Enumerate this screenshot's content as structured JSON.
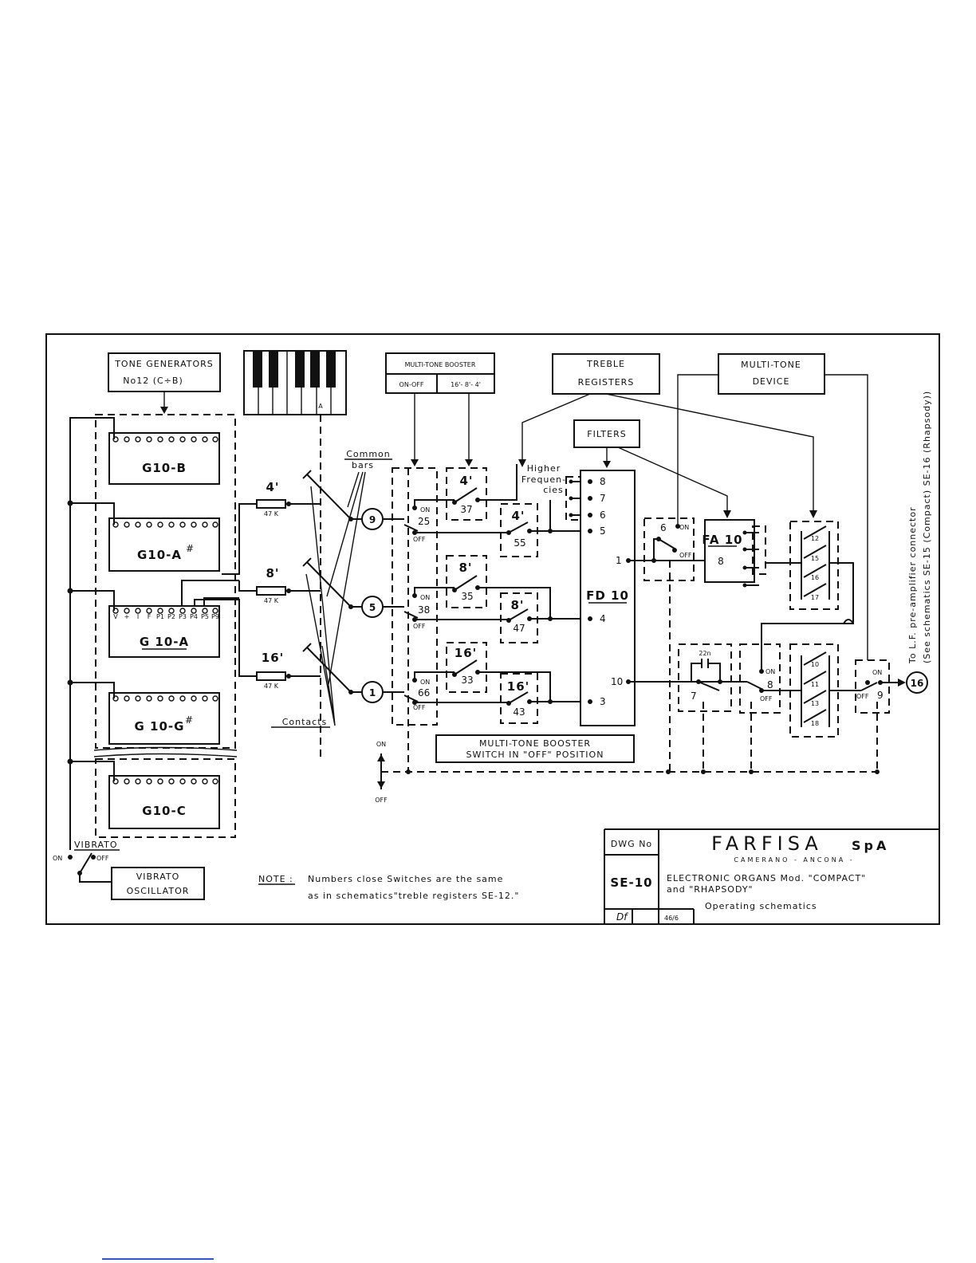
{
  "labels": {
    "tone_generators": [
      "TONE GENERATORS",
      "No12 (C÷B)"
    ],
    "gen_b": "G10-B",
    "gen_as": "G10-A",
    "gen_as_sup": "#",
    "gen_a": "G 10-A",
    "gen_gs": "G 10-G",
    "gen_gs_sup": "#",
    "gen_c": "G10-C",
    "gen_a_pins": [
      "V",
      "+",
      "I",
      "F",
      "P1",
      "P2",
      "P3",
      "P4",
      "P5",
      "P9"
    ],
    "keyboard_a": "A",
    "common_bars": [
      "Common",
      "bars"
    ],
    "contacts": "Contacts",
    "feet_4": "4'",
    "feet_8": "8'",
    "feet_16": "16'",
    "res_47k": "47 K",
    "node_9": "9",
    "node_5": "5",
    "node_1": "1",
    "node_16": "16",
    "mtb_title": "MULTI-TONE BOOSTER",
    "mtb_onoff": "ON-OFF",
    "mtb_feet": "16'- 8'- 4'",
    "treble_registers": [
      "TREBLE",
      "REGISTERS"
    ],
    "multitone_device": [
      "MULTI-TONE",
      "DEVICE"
    ],
    "filters": "FILTERS",
    "higher_freq": [
      "Higher",
      "Frequen-",
      "cies"
    ],
    "sw_on": "ON",
    "sw_off": "OFF",
    "sw_25": "25",
    "sw_38": "38",
    "sw_66": "66",
    "sw_37": "37",
    "sw_35": "35",
    "sw_33": "33",
    "sw_55": "55",
    "sw_47": "47",
    "sw_43": "43",
    "fd10": "FD 10",
    "fd_pins": [
      "8",
      "7",
      "6",
      "5",
      "1",
      "4",
      "10",
      "3"
    ],
    "fa10": "FA 10",
    "fa_pin": "8",
    "sw6": "6",
    "sw7": "7",
    "sw8": "8",
    "sw9": "9",
    "cap_22n": "22n",
    "treble_sw_top": [
      "12",
      "15",
      "16",
      "17"
    ],
    "treble_sw_bot": [
      "10",
      "11",
      "13",
      "18"
    ],
    "mtb_off_note": [
      "MULTI-TONE BOOSTER",
      "SWITCH   IN \"OFF\" POSITION"
    ],
    "on": "ON",
    "off": "OFF",
    "vibrato": "VIBRATO",
    "vibrato_osc": [
      "VIBRATO",
      "OSCILLATOR"
    ],
    "side_note": [
      "To L.F. pre-amplifier connector",
      "(See schematics SE-15 (Compact) SE-16 (Rhapsody))"
    ],
    "note_label": "NOTE :",
    "note_text": [
      "Numbers close Switches are the same",
      "as in schematics\"treble registers SE-12.\""
    ]
  },
  "title_block": {
    "dwg_no_label": "DWG No",
    "dwg_no": "SE-10",
    "company": "FARFISA",
    "company_suffix": "SpA",
    "location": "CAMERANO - ANCONA -",
    "desc_line1": "ELECTRONIC  ORGANS  Mod. \"COMPACT\"",
    "desc_line2": "and \"RHAPSODY\"",
    "desc_line3": "Operating  schematics",
    "signature": "Df",
    "sheet": "46/6"
  }
}
